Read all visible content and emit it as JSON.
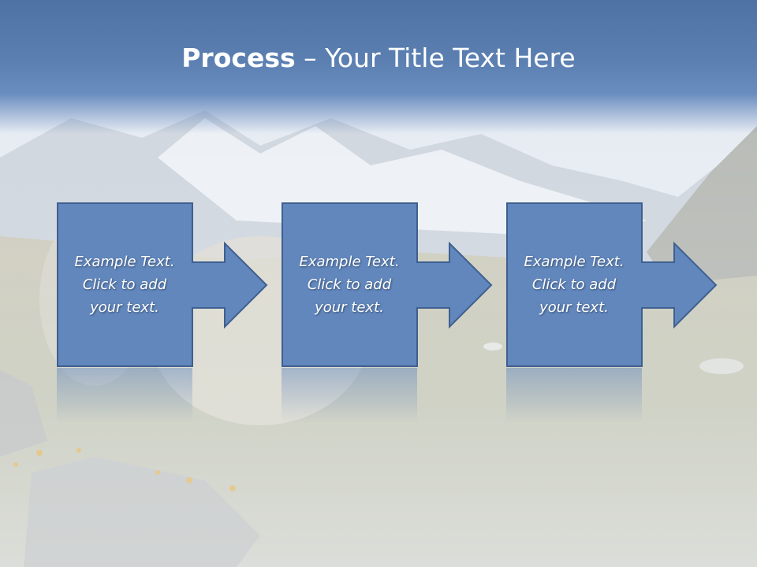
{
  "slide": {
    "title_bold": "Process",
    "title_rest": " – Your Title Text Here",
    "steps": [
      {
        "text": "Example Text.\nClick  to add\nyour text."
      },
      {
        "text": "Example Text.\nClick  to add\nyour text."
      },
      {
        "text": "Example Text.\nClick  to add\nyour text."
      }
    ]
  },
  "colors": {
    "title_band": "#5276aa",
    "shape_fill": "#6187bd",
    "shape_stroke": "#3f5f8f",
    "text": "#ffffff"
  }
}
